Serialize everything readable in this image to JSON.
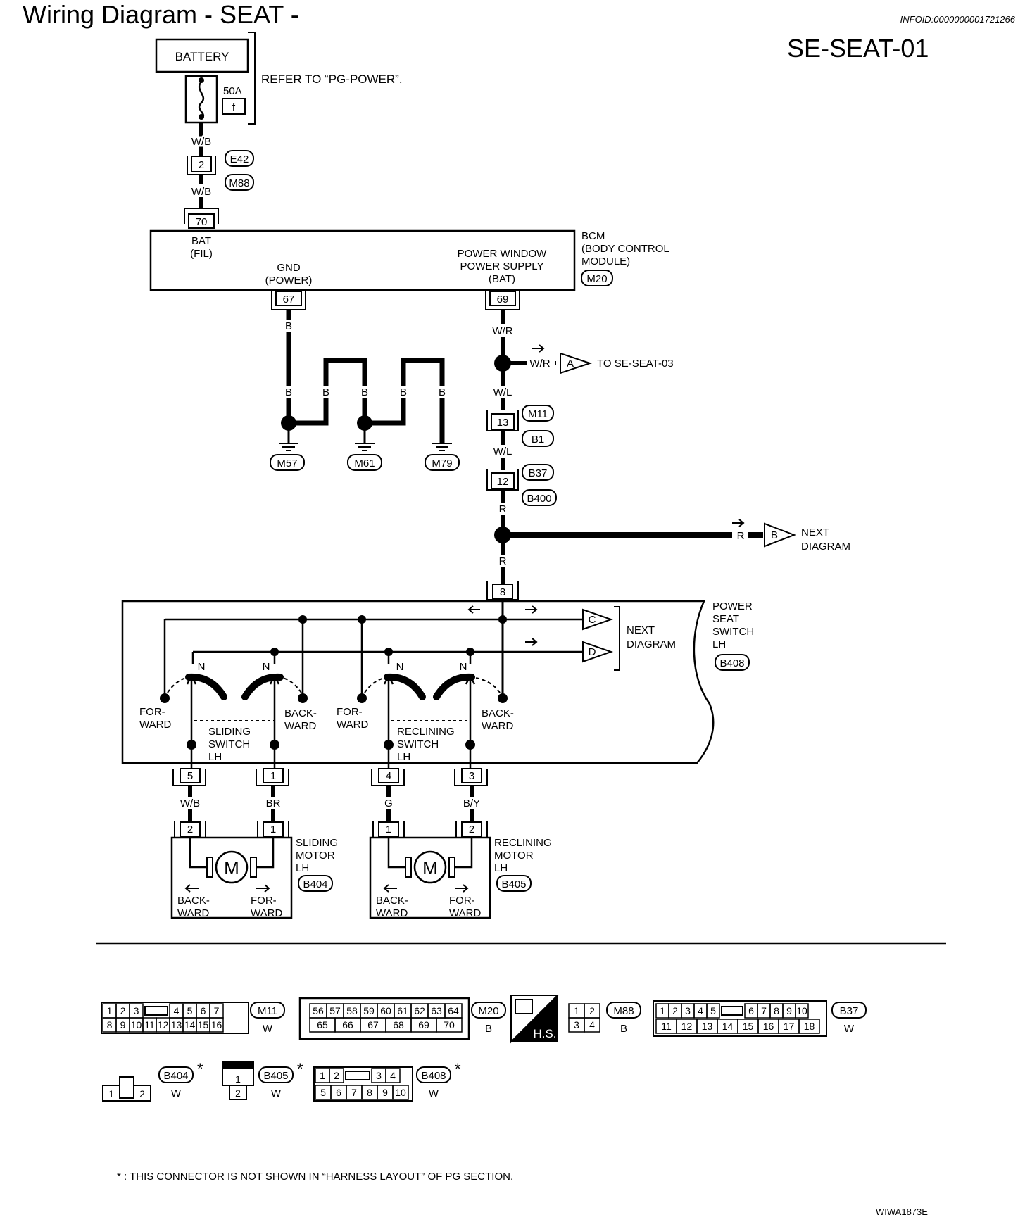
{
  "header": {
    "title": "Wiring Diagram - SEAT -",
    "info_id": "INFOID:0000000001721266",
    "diagram_code": "SE-SEAT-01",
    "figure_code": "WIWA1873E"
  },
  "power_source": {
    "battery_label": "BATTERY",
    "fuse_rating": "50A",
    "fuse_letter": "f",
    "refer_note": "REFER TO “PG-POWER”."
  },
  "wires": {
    "battery_to_e42": "W/B",
    "e42_to_bcm": "W/B",
    "gnd_main": "B",
    "gnd_branch": [
      "B",
      "B",
      "B",
      "B",
      "B"
    ],
    "bcm_out": "W/R",
    "to_seat03": "W/R",
    "to_m11": "W/L",
    "m11_to_b37": "W/L",
    "b37_to_splice": "R",
    "splice_to_switch": "R",
    "to_next": "R",
    "sliding_back": "W/B",
    "sliding_fwd": "BR",
    "reclining_fwd": "G",
    "reclining_back": "B/Y"
  },
  "connectors": {
    "e42_pin": "2",
    "e42_id": "E42",
    "m88_id": "M88",
    "bcm_bat_pin": "70",
    "bcm_gnd_pin": "67",
    "bcm_pw_pin": "69",
    "m11_pin": "13",
    "m11_id": "M11",
    "b1_id": "B1",
    "b37_pin": "12",
    "b37_id": "B37",
    "b400_id": "B400",
    "switch_pin_top": "8",
    "switch_pins_bottom": [
      "5",
      "1",
      "4",
      "3"
    ],
    "sliding_motor_pins": [
      "2",
      "1"
    ],
    "reclining_motor_pins": [
      "1",
      "2"
    ]
  },
  "grounds": [
    "M57",
    "M61",
    "M79"
  ],
  "bcm": {
    "name_lines": [
      "BCM",
      "(BODY CONTROL",
      "MODULE)"
    ],
    "id": "M20",
    "bat_label": [
      "BAT",
      "(FIL)"
    ],
    "gnd_label": [
      "GND",
      "(POWER)"
    ],
    "pw_label": [
      "POWER WINDOW",
      "POWER SUPPLY",
      "(BAT)"
    ]
  },
  "off_page": {
    "a_letter": "A",
    "a_text": "TO SE-SEAT-03",
    "b_letter": "B",
    "b_text": [
      "NEXT",
      "DIAGRAM"
    ],
    "c_letter": "C",
    "d_letter": "D",
    "cd_text": [
      "NEXT",
      "DIAGRAM"
    ]
  },
  "seat_switch": {
    "name_lines": [
      "POWER",
      "SEAT",
      "SWITCH",
      "LH"
    ],
    "id": "B408",
    "neutral": "N",
    "forward": [
      "FOR-",
      "WARD"
    ],
    "backward": [
      "BACK-",
      "WARD"
    ],
    "sliding_label": [
      "SLIDING",
      "SWITCH",
      "LH"
    ],
    "reclining_label": [
      "RECLINING",
      "SWITCH",
      "LH"
    ]
  },
  "motors": {
    "symbol": "M",
    "sliding_name": [
      "SLIDING",
      "MOTOR",
      "LH"
    ],
    "sliding_id": "B404",
    "reclining_name": [
      "RECLINING",
      "MOTOR",
      "LH"
    ],
    "reclining_id": "B405",
    "backward": [
      "BACK-",
      "WARD"
    ],
    "forward": [
      "FOR-",
      "WARD"
    ]
  },
  "connector_faces": {
    "m11": {
      "id": "M11",
      "color": "W",
      "row1": [
        "1",
        "2",
        "3",
        "",
        "4",
        "5",
        "6",
        "7"
      ],
      "row2": [
        "8",
        "9",
        "10",
        "11",
        "12",
        "13",
        "14",
        "15",
        "16"
      ]
    },
    "m20": {
      "id": "M20",
      "color": "B",
      "row1": [
        "56",
        "57",
        "58",
        "59",
        "60",
        "61",
        "62",
        "63",
        "64"
      ],
      "row2": [
        "65",
        "66",
        "67",
        "68",
        "69",
        "70"
      ]
    },
    "hs_label": "H.S.",
    "m88": {
      "id": "M88",
      "color": "B",
      "row1": [
        "1",
        "2"
      ],
      "row2": [
        "3",
        "4"
      ]
    },
    "b37": {
      "id": "B37",
      "color": "W",
      "row1": [
        "1",
        "2",
        "3",
        "4",
        "5",
        "",
        "6",
        "7",
        "8",
        "9",
        "10"
      ],
      "row2": [
        "11",
        "12",
        "13",
        "14",
        "15",
        "16",
        "17",
        "18"
      ]
    },
    "b404": {
      "id": "B404",
      "color": "W",
      "pins": [
        "1",
        "2"
      ],
      "star": "*"
    },
    "b405": {
      "id": "B405",
      "color": "W",
      "pins": [
        "1",
        "2"
      ],
      "star": "*"
    },
    "b408": {
      "id": "B408",
      "color": "W",
      "row1": [
        "1",
        "2",
        "",
        "3",
        "4"
      ],
      "row2": [
        "5",
        "6",
        "7",
        "8",
        "9",
        "10"
      ],
      "star": "*"
    }
  },
  "footnote": "* : THIS CONNECTOR IS NOT SHOWN IN “HARNESS LAYOUT” OF PG SECTION."
}
